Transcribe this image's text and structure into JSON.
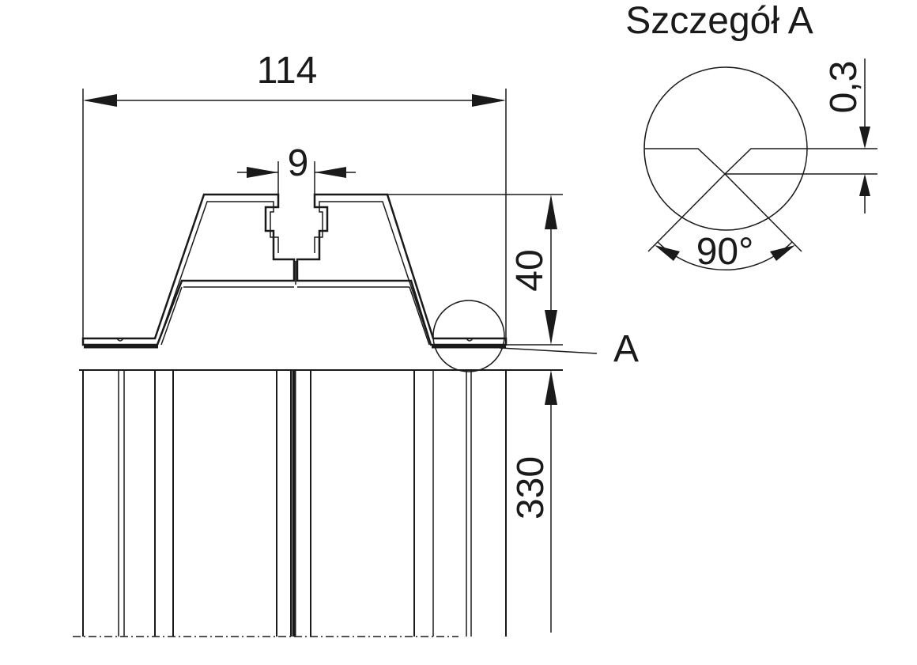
{
  "detail": {
    "title": "Szczegół A",
    "callout_label": "A",
    "depth_label": "0,3",
    "angle_label": "90°"
  },
  "dimensions": {
    "width": "114",
    "slot_width": "9",
    "height": "40",
    "length": "330"
  },
  "colors": {
    "line": "#1a1a1a",
    "background": "#ffffff"
  }
}
